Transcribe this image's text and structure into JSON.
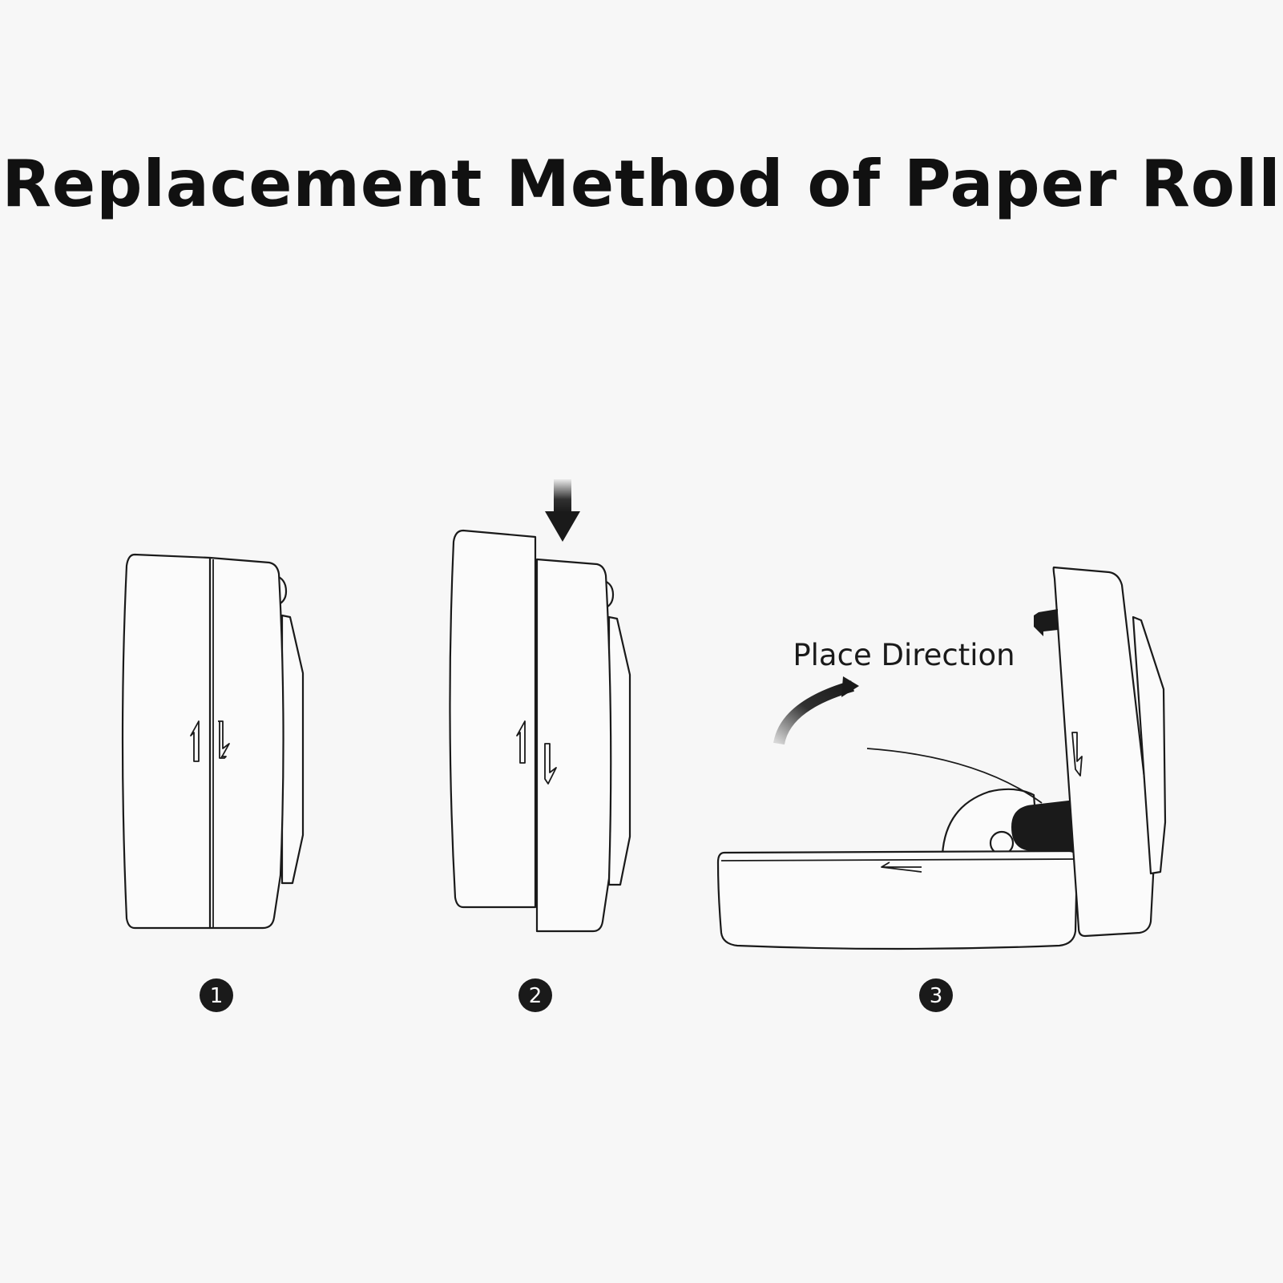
{
  "title": "Replacement Method of Paper Roll",
  "steps": [
    {
      "number": "1"
    },
    {
      "number": "2"
    },
    {
      "number": "3",
      "label": "Place Direction"
    }
  ]
}
